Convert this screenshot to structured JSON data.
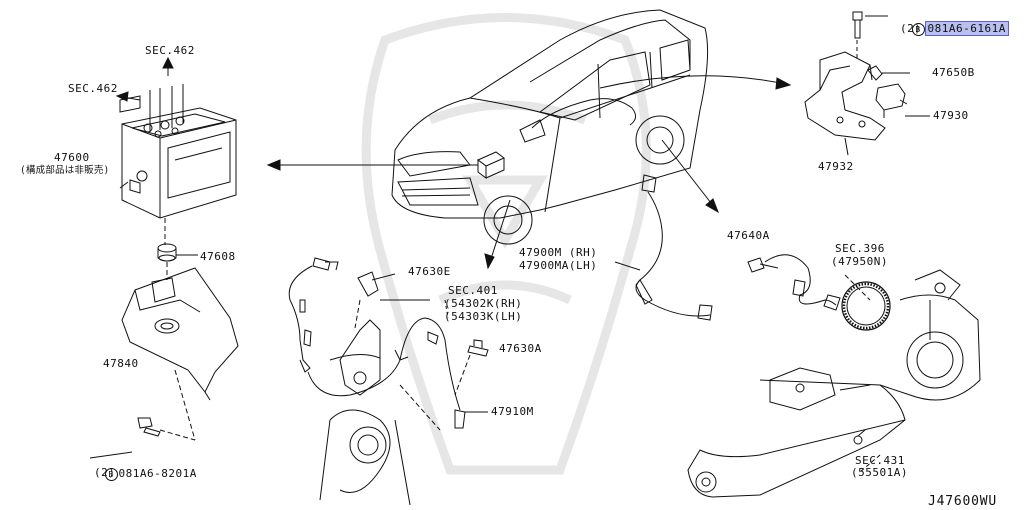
{
  "diagram_code": "J47600WU",
  "parts": {
    "p_081A6_6161A": {
      "prefix": "B",
      "number": "081A6-6161A",
      "qty": "(2)"
    },
    "p_47650B": {
      "number": "47650B"
    },
    "p_47930": {
      "number": "47930"
    },
    "p_47932": {
      "number": "47932"
    },
    "p_47600": {
      "number": "47600",
      "note": "(構成部品は非販売)"
    },
    "p_47608": {
      "number": "47608"
    },
    "p_47840": {
      "number": "47840"
    },
    "p_081A6_8201A": {
      "prefix": "B",
      "number": "081A6-8201A",
      "qty": "(2)"
    },
    "p_47630E": {
      "number": "47630E"
    },
    "p_47630A": {
      "number": "47630A"
    },
    "p_47910M": {
      "number": "47910M"
    },
    "p_47900M": {
      "line1": "47900M (RH)",
      "line2": "47900MA(LH)"
    },
    "p_47640A": {
      "number": "47640A"
    }
  },
  "sections": {
    "sec462_top": "SEC.462",
    "sec462_left": "SEC.462",
    "sec401": {
      "title": "SEC.401",
      "line1": "(54302K(RH)",
      "line2": "(54303K(LH)"
    },
    "sec396": {
      "title": "SEC.396",
      "line1": "(47950N)"
    },
    "sec431": {
      "title": "SEC.431",
      "line1": "(55501A)"
    }
  },
  "colors": {
    "highlight_fill": "#b9bff0",
    "highlight_border": "#5a63c8",
    "line": "#111111",
    "watermark": "#e6e6e6"
  }
}
